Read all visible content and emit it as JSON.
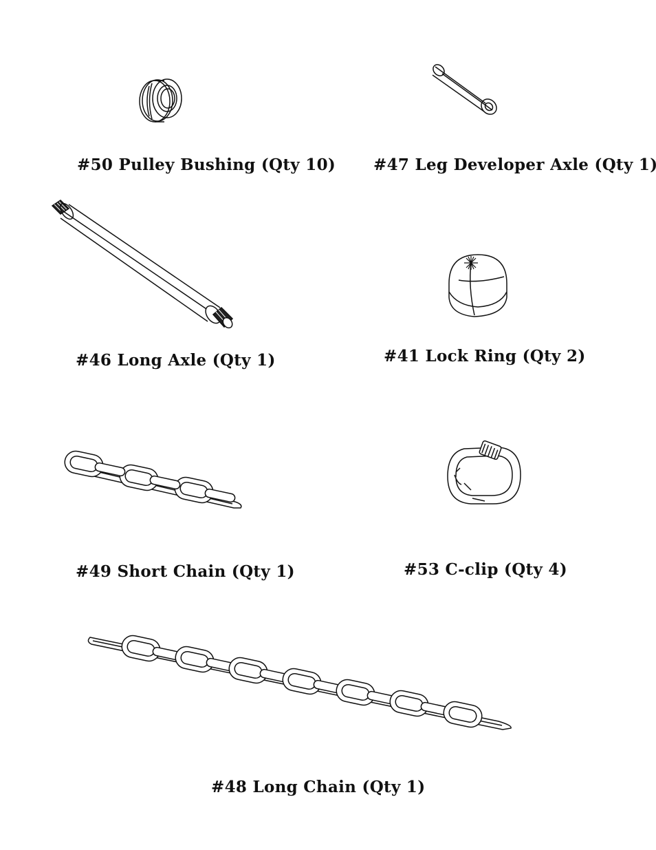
{
  "parts": [
    {
      "id": "pulley-bushing",
      "label": "#50 Pulley Bushing (Qty 10)"
    },
    {
      "id": "leg-developer-axle",
      "label": "#47 Leg Developer Axle (Qty 1)"
    },
    {
      "id": "long-axle",
      "label": "#46 Long Axle (Qty 1)"
    },
    {
      "id": "lock-ring",
      "label": "#41 Lock Ring (Qty 2)"
    },
    {
      "id": "short-chain",
      "label": "#49 Short Chain (Qty 1)"
    },
    {
      "id": "c-clip",
      "label": "#53 C-clip (Qty 4)"
    },
    {
      "id": "long-chain",
      "label": "#48 Long Chain (Qty 1)"
    }
  ],
  "colors": {
    "line": "#111111",
    "background": "#ffffff"
  }
}
